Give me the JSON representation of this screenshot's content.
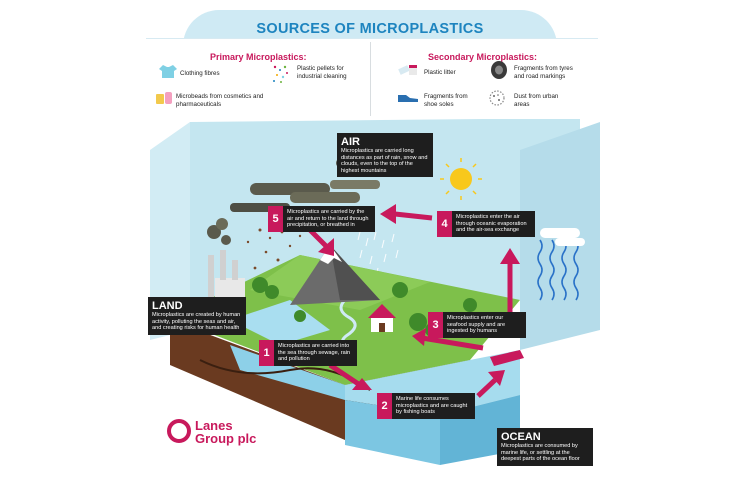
{
  "title": "SOURCES OF MICROPLASTICS",
  "primary": {
    "heading": "Primary Microplastics:",
    "items": [
      {
        "label": "Clothing fibres",
        "icon": "shirt-icon"
      },
      {
        "label": "Plastic pellets for industrial cleaning",
        "icon": "pellets-icon"
      },
      {
        "label": "Microbeads from cosmetics and pharmaceuticals",
        "icon": "cosmetics-icon"
      }
    ]
  },
  "secondary": {
    "heading": "Secondary Microplastics:",
    "items": [
      {
        "label": "Plastic litter",
        "icon": "litter-icon"
      },
      {
        "label": "Fragments from tyres and road markings",
        "icon": "tyre-icon"
      },
      {
        "label": "Fragments from shoe soles",
        "icon": "shoe-icon"
      },
      {
        "label": "Dust from urban areas",
        "icon": "dust-icon"
      }
    ]
  },
  "zones": {
    "air": {
      "title": "AIR",
      "text": "Microplastics are carried long distances as part of rain, snow and clouds, even to the top of the highest mountains"
    },
    "land": {
      "title": "LAND",
      "text": "Microplastics are created by human activity, polluting the seas and air, and creating risks for human health"
    },
    "ocean": {
      "title": "OCEAN",
      "text": "Microplastics are consumed by marine life, or settling at the deepest parts of the ocean floor"
    }
  },
  "steps": [
    {
      "num": "1",
      "text": "Microplastics are carried into the sea through sewage, rain and pollution"
    },
    {
      "num": "2",
      "text": "Marine life consumes microplastics and are caught by fishing boats"
    },
    {
      "num": "3",
      "text": "Microplastics enter our seafood supply and are ingested by humans"
    },
    {
      "num": "4",
      "text": "Microplastics enter the air through oceanic evaporation and the air-sea exchange"
    },
    {
      "num": "5",
      "text": "Microplastics are carried by the air and return to the land through precipitation, or breathed in"
    }
  ],
  "logo": {
    "line1": "Lanes",
    "line2": "Group plc"
  },
  "colors": {
    "accent": "#c8195c",
    "title": "#1d84bf",
    "sky": "#bfe3ee",
    "grass": "#6cb33f",
    "water": "#9fd7ea",
    "label_bg": "#1e1e1e"
  }
}
